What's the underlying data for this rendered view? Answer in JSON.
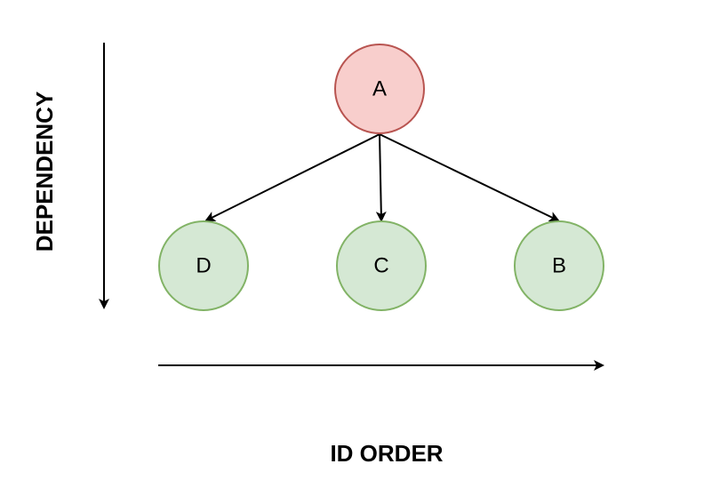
{
  "axes": {
    "horizontal_label": "ID ORDER",
    "vertical_label": "DEPENDENCY"
  },
  "nodes": [
    {
      "id": "A",
      "label": "A",
      "fill": "#f8cecc",
      "stroke": "#b85450"
    },
    {
      "id": "D",
      "label": "D",
      "fill": "#d5e8d4",
      "stroke": "#82b366"
    },
    {
      "id": "C",
      "label": "C",
      "fill": "#d5e8d4",
      "stroke": "#82b366"
    },
    {
      "id": "B",
      "label": "B",
      "fill": "#d5e8d4",
      "stroke": "#82b366"
    }
  ],
  "edges": [
    {
      "from": "A",
      "to": "D"
    },
    {
      "from": "A",
      "to": "C"
    },
    {
      "from": "A",
      "to": "B"
    }
  ]
}
